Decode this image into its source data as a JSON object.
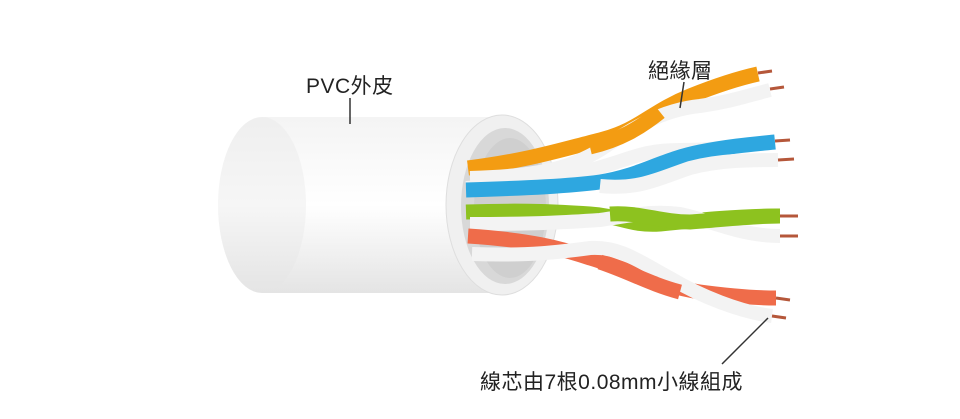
{
  "labels": {
    "jacket": "PVC外皮",
    "insulation": "絕緣層",
    "core": "線芯由7根0.08mm小線組成"
  },
  "colors": {
    "jacket": "#ebebeb",
    "orange": "#f39c12",
    "blue": "#2ea7e0",
    "green": "#8dc21f",
    "red": "#ef6c4a",
    "white_wire": "#f3f3f3",
    "copper": "#b5573a",
    "leader": "#333333"
  }
}
